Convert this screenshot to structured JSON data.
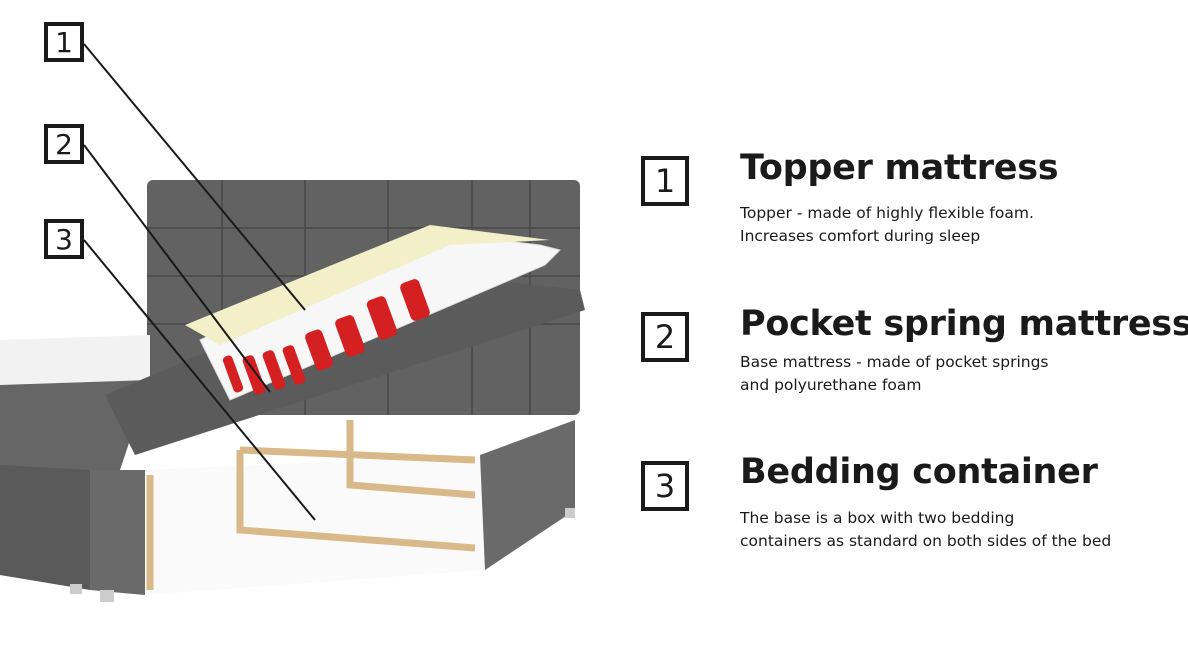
{
  "callouts": [
    {
      "number": "1",
      "title": "Topper mattress",
      "lines": [
        "Topper - made of highly flexible foam.",
        "Increases comfort during sleep"
      ]
    },
    {
      "number": "2",
      "title": "Pocket spring mattress",
      "lines": [
        "Base mattress - made of pocket springs",
        "and polyurethane foam"
      ]
    },
    {
      "number": "3",
      "title": "Bedding container",
      "lines": [
        "The base is a box with two bedding",
        "containers as standard on both sides of the bed"
      ]
    }
  ],
  "colors": {
    "upholstery": "#5e5e5e",
    "spring": "#d42020",
    "wood": "#d9b98a",
    "text": "#1a1a1a"
  }
}
